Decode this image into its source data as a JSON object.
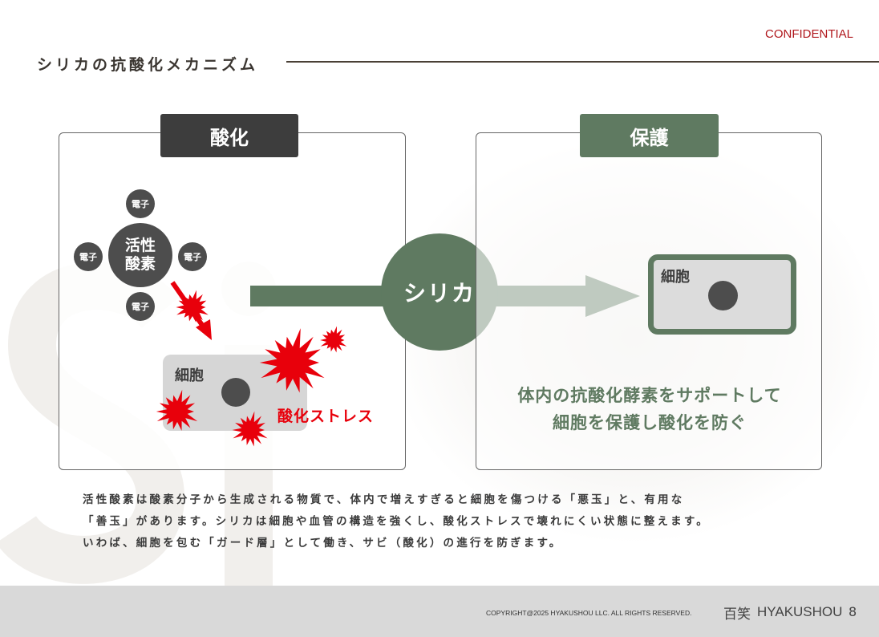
{
  "header": {
    "confidential": "CONFIDENTIAL",
    "title": "シリカの抗酸化メカニズム"
  },
  "left": {
    "label": "酸化",
    "center": [
      "活性",
      "酸素"
    ],
    "electron": "電子",
    "cell": "細胞",
    "stress": "酸化ストレス"
  },
  "middle": {
    "circle": "シリカ"
  },
  "right": {
    "label": "保護",
    "cell": "細胞",
    "desc": [
      "体内の抗酸化酵素をサポートして",
      "細胞を保護し酸化を防ぐ"
    ]
  },
  "body": [
    "活性酸素は酸素分子から生成される物質で、体内で増えすぎると細胞を傷つける「悪玉」と、有用な",
    "「善玉」があります。シリカは細胞や血管の構造を強くし、酸化ストレスで壊れにくい状態に整えます。",
    "いわば、細胞を包む「ガード層」として働き、サビ（酸化）の進行を防ぎます。"
  ],
  "footer": {
    "copyright": "COPYRIGHT@2025 HYAKUSHOU LLC. ALL RIGHTS RESERVED.",
    "logo_mark": "百笑",
    "brand": "HYAKUSHOU",
    "page": "8"
  },
  "colors": {
    "green": "#5f7a61",
    "dark": "#3d3d3d",
    "red": "#e8000b",
    "confidential": "#b0171c"
  }
}
